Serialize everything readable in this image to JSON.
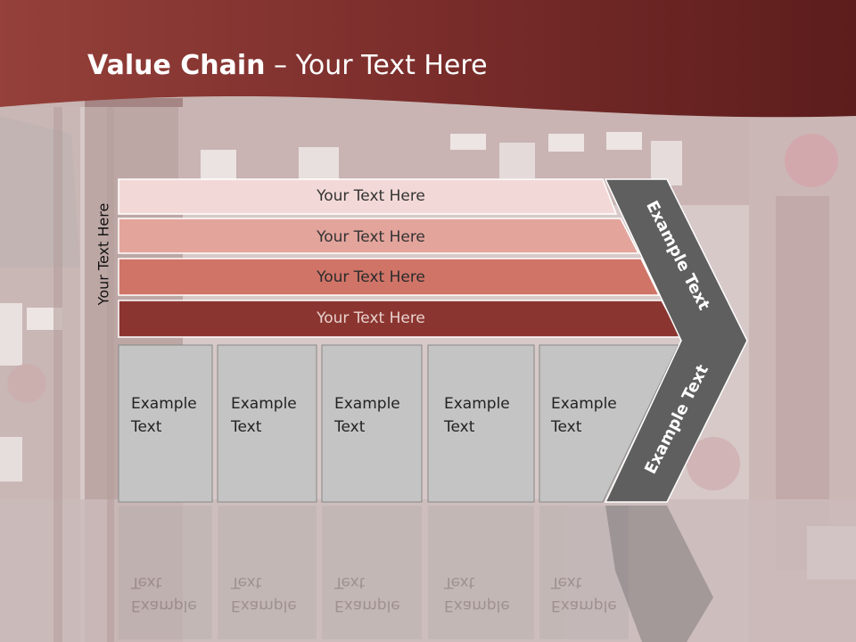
{
  "title": {
    "bold": "Value Chain",
    "rest": " – Your Text Here"
  },
  "side_label": "Your Text Here",
  "bars": [
    {
      "label": "Your Text Here",
      "fill": "#f2d9d7",
      "text_color": "#333333"
    },
    {
      "label": "Your Text Here",
      "fill": "#e3a49c",
      "text_color": "#333333"
    },
    {
      "label": "Your Text Here",
      "fill": "#d07468",
      "text_color": "#2b2b2b"
    },
    {
      "label": "Your Text Here",
      "fill": "#8b3530",
      "text_color": "#e9d2cf"
    }
  ],
  "boxes": [
    {
      "line1": "Example",
      "line2": "Text"
    },
    {
      "line1": "Example",
      "line2": "Text"
    },
    {
      "line1": "Example",
      "line2": "Text"
    },
    {
      "line1": "Example",
      "line2": "Text"
    },
    {
      "line1": "Example",
      "line2": "Text"
    }
  ],
  "arrow": {
    "upper": "Example Text",
    "lower": "Example Text",
    "fill": "#5f5f5f"
  },
  "colors": {
    "header": "#7a2c2a",
    "box_fill": "#c4c4c4"
  }
}
